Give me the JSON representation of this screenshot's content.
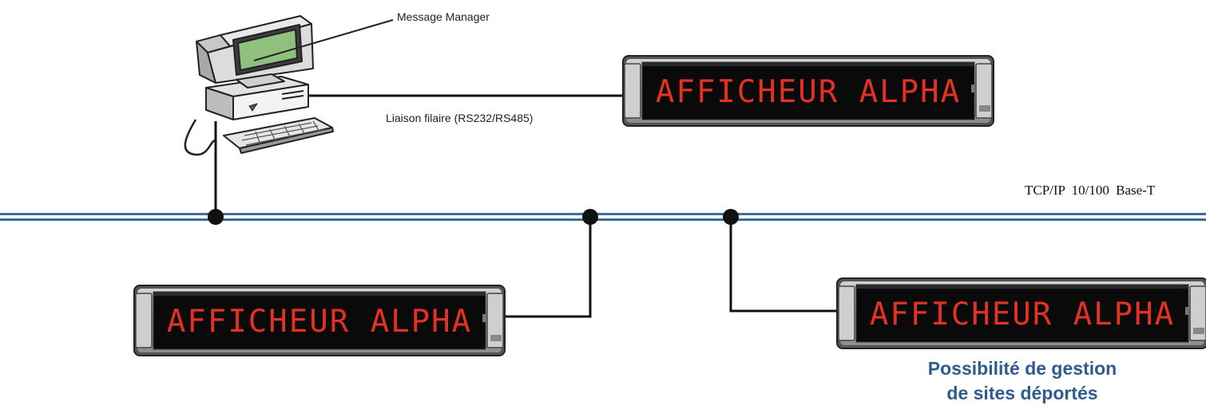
{
  "labels": {
    "message_manager": "Message Manager",
    "wired_link": "Liaison filaire (RS232/RS485)",
    "network": "TCP/IP 10/100 Base-T",
    "remote_line1": "Possibilité de gestion",
    "remote_line2": "de sites déportés"
  },
  "displays": [
    {
      "text": "AFFICHEUR ALPHA"
    },
    {
      "text": "AFFICHEUR ALPHA"
    },
    {
      "text": "AFFICHEUR ALPHA"
    }
  ],
  "colors": {
    "network_bus": "#3b6e9a",
    "led_text": "#e33224",
    "display_screen": "#0a0a0a",
    "display_frame": "#b8b8b8",
    "remote_text": "#2f5b8f"
  },
  "icons": [
    "computer-icon",
    "monitor-icon",
    "keyboard-icon",
    "led-display-icon"
  ]
}
